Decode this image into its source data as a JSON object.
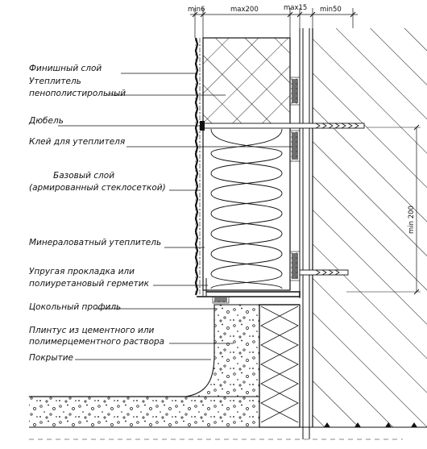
{
  "labels": {
    "finish_layer": "Финишный слой",
    "insulation_ps_line1": "Утеплитель",
    "insulation_ps_line2": "пенополистирольный",
    "dowel": "Дюбель",
    "adhesive": "Клей для утеплителя",
    "base_layer_line1": "Базовый слой",
    "base_layer_line2": "(армированный стеклосеткой)",
    "mineral_wool": "Минераловатный утеплитель",
    "gasket_line1": "Упругая прокладка или",
    "gasket_line2": "полиуретановый герметик",
    "plinth_profile": "Цокольный профиль",
    "skirting_line1": "Плинтус из цементного или",
    "skirting_line2": "полимерцементного раствора",
    "coating": "Покрытие"
  },
  "dimensions": {
    "min6": "min6",
    "max200": "max200",
    "max15": "max15",
    "min50": "min50",
    "min200": "min 200"
  },
  "colors": {
    "line": "#111111",
    "background": "#ffffff"
  }
}
